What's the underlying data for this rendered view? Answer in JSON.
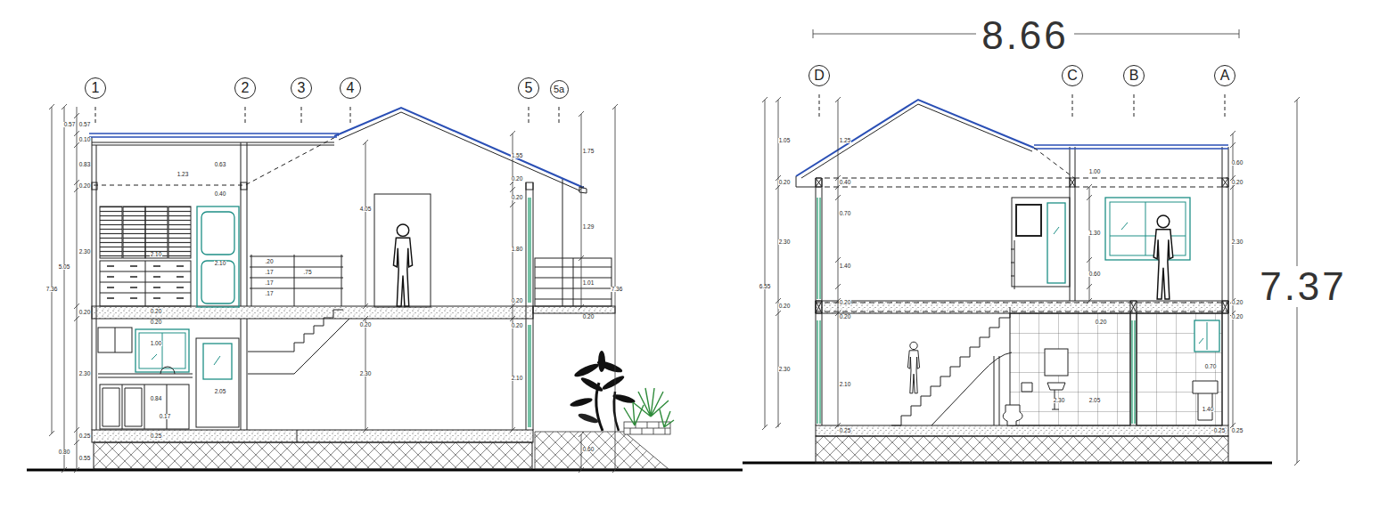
{
  "diagram": {
    "nodes": [
      {
        "text": [
          "1"
        ]
      },
      {
        "text": [
          "2"
        ]
      },
      {
        "text": [
          "3"
        ]
      },
      {
        "text": [
          "4"
        ]
      },
      {
        "text": [
          "5"
        ]
      },
      {
        "text": [
          "5a"
        ]
      },
      {
        "text": [
          "D"
        ]
      },
      {
        "text": [
          "C"
        ]
      },
      {
        "text": [
          "B"
        ]
      },
      {
        "text": [
          "A"
        ]
      }
    ],
    "labels": [
      "8.66",
      "7.37",
      "0.57",
      "0.57",
      "0.10",
      "0.83",
      "0.20",
      "2.30",
      "7.36",
      "5.05",
      "0.20",
      "2.30",
      "0.25",
      "0.80",
      "0.55",
      "1.23",
      "0.63",
      "0.40",
      "2.10",
      "2.10",
      "4.05",
      ".20",
      ".17",
      ".17",
      ".17",
      ".75",
      "0.20",
      "0.20",
      "1.00",
      "2.05",
      "2.30",
      "0.84",
      "0.17",
      "0.25",
      "0.20",
      "1.55",
      "0.20",
      "0.20",
      "1.80",
      "0.20",
      "0.20",
      "2.10",
      "1.75",
      "1.29",
      "1.01",
      "0.20",
      "7.36",
      "0.60",
      "1.05",
      "0.20",
      "2.30",
      "6.55",
      "0.20",
      "2.30",
      "1.25",
      "0.40",
      "0.70",
      "1.40",
      "0.20",
      "0.20",
      "2.10",
      "0.25",
      "1.00",
      "1.30",
      "0.60",
      "0.20",
      "2.30",
      "2.05",
      "0.60",
      "0.20",
      "2.30",
      "0.20",
      "0.20",
      "0.70",
      "1.40",
      "0.25",
      "0.25"
    ]
  }
}
